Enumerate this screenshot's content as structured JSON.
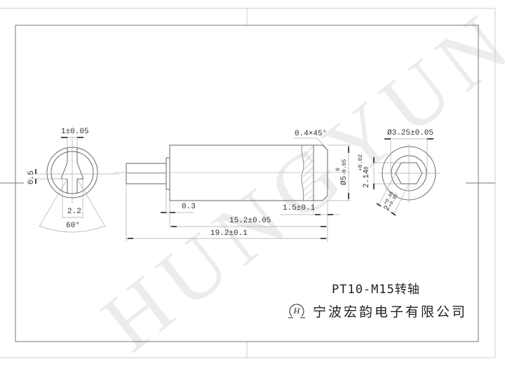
{
  "drawing": {
    "part_title": "PT10-M15转轴",
    "company_name": "宁波宏韵电子有限公司",
    "logo_letter": "H",
    "watermark": "HUNGYUN"
  },
  "left_view": {
    "dim_slot_width": "1±0.05",
    "dim_offset": "0.5",
    "dim_width": "2.2",
    "dim_angle": "60°"
  },
  "front_view": {
    "dim_chamfer": "0.4×45°",
    "dim_diameter": "Ø5",
    "dim_diameter_tol_upper": "0",
    "dim_diameter_tol_lower": "-0.05",
    "dim_flange": "0.3",
    "dim_hole_depth": "1.5±0.1",
    "dim_body_length": "15.2±0.05",
    "dim_total_length": "19.2±0.1"
  },
  "right_view": {
    "dim_hole_diameter": "Ø3.25±0.05",
    "dim_hex_height": "2.14",
    "dim_hex_height_tol_upper": "+0.02",
    "dim_hex_height_tol_lower": "0",
    "dim_hex_flat": "2",
    "dim_hex_flat_tol_upper": "+0.05",
    "dim_hex_flat_tol_lower": "+0.02"
  },
  "colors": {
    "line": "#555555",
    "thin_line": "#999999",
    "frame": "#cfcfcf",
    "watermark": "#ececec"
  }
}
